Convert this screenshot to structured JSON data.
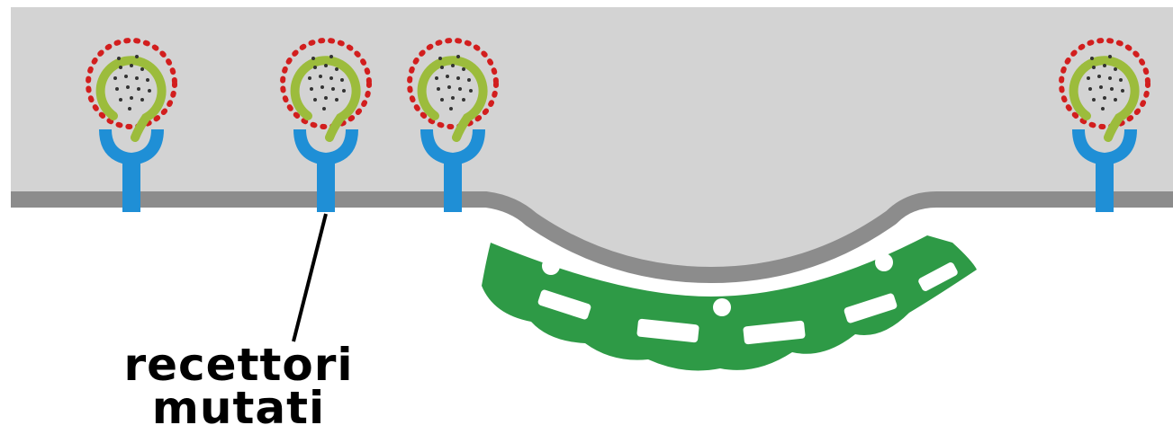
{
  "labels": {
    "line1": "recettori",
    "line2": "mutati"
  },
  "colors": {
    "extracellular": "#d3d3d3",
    "membrane": "#8c8c8c",
    "receptor": "#1f8fd6",
    "ldl_shell": "#9cbc3c",
    "ldl_dots": "#d21e1e",
    "clathrin": "#2e9a46",
    "pointer": "#000000"
  },
  "icons": [
    "ldl-particle",
    "receptor",
    "clathrin-coat"
  ]
}
